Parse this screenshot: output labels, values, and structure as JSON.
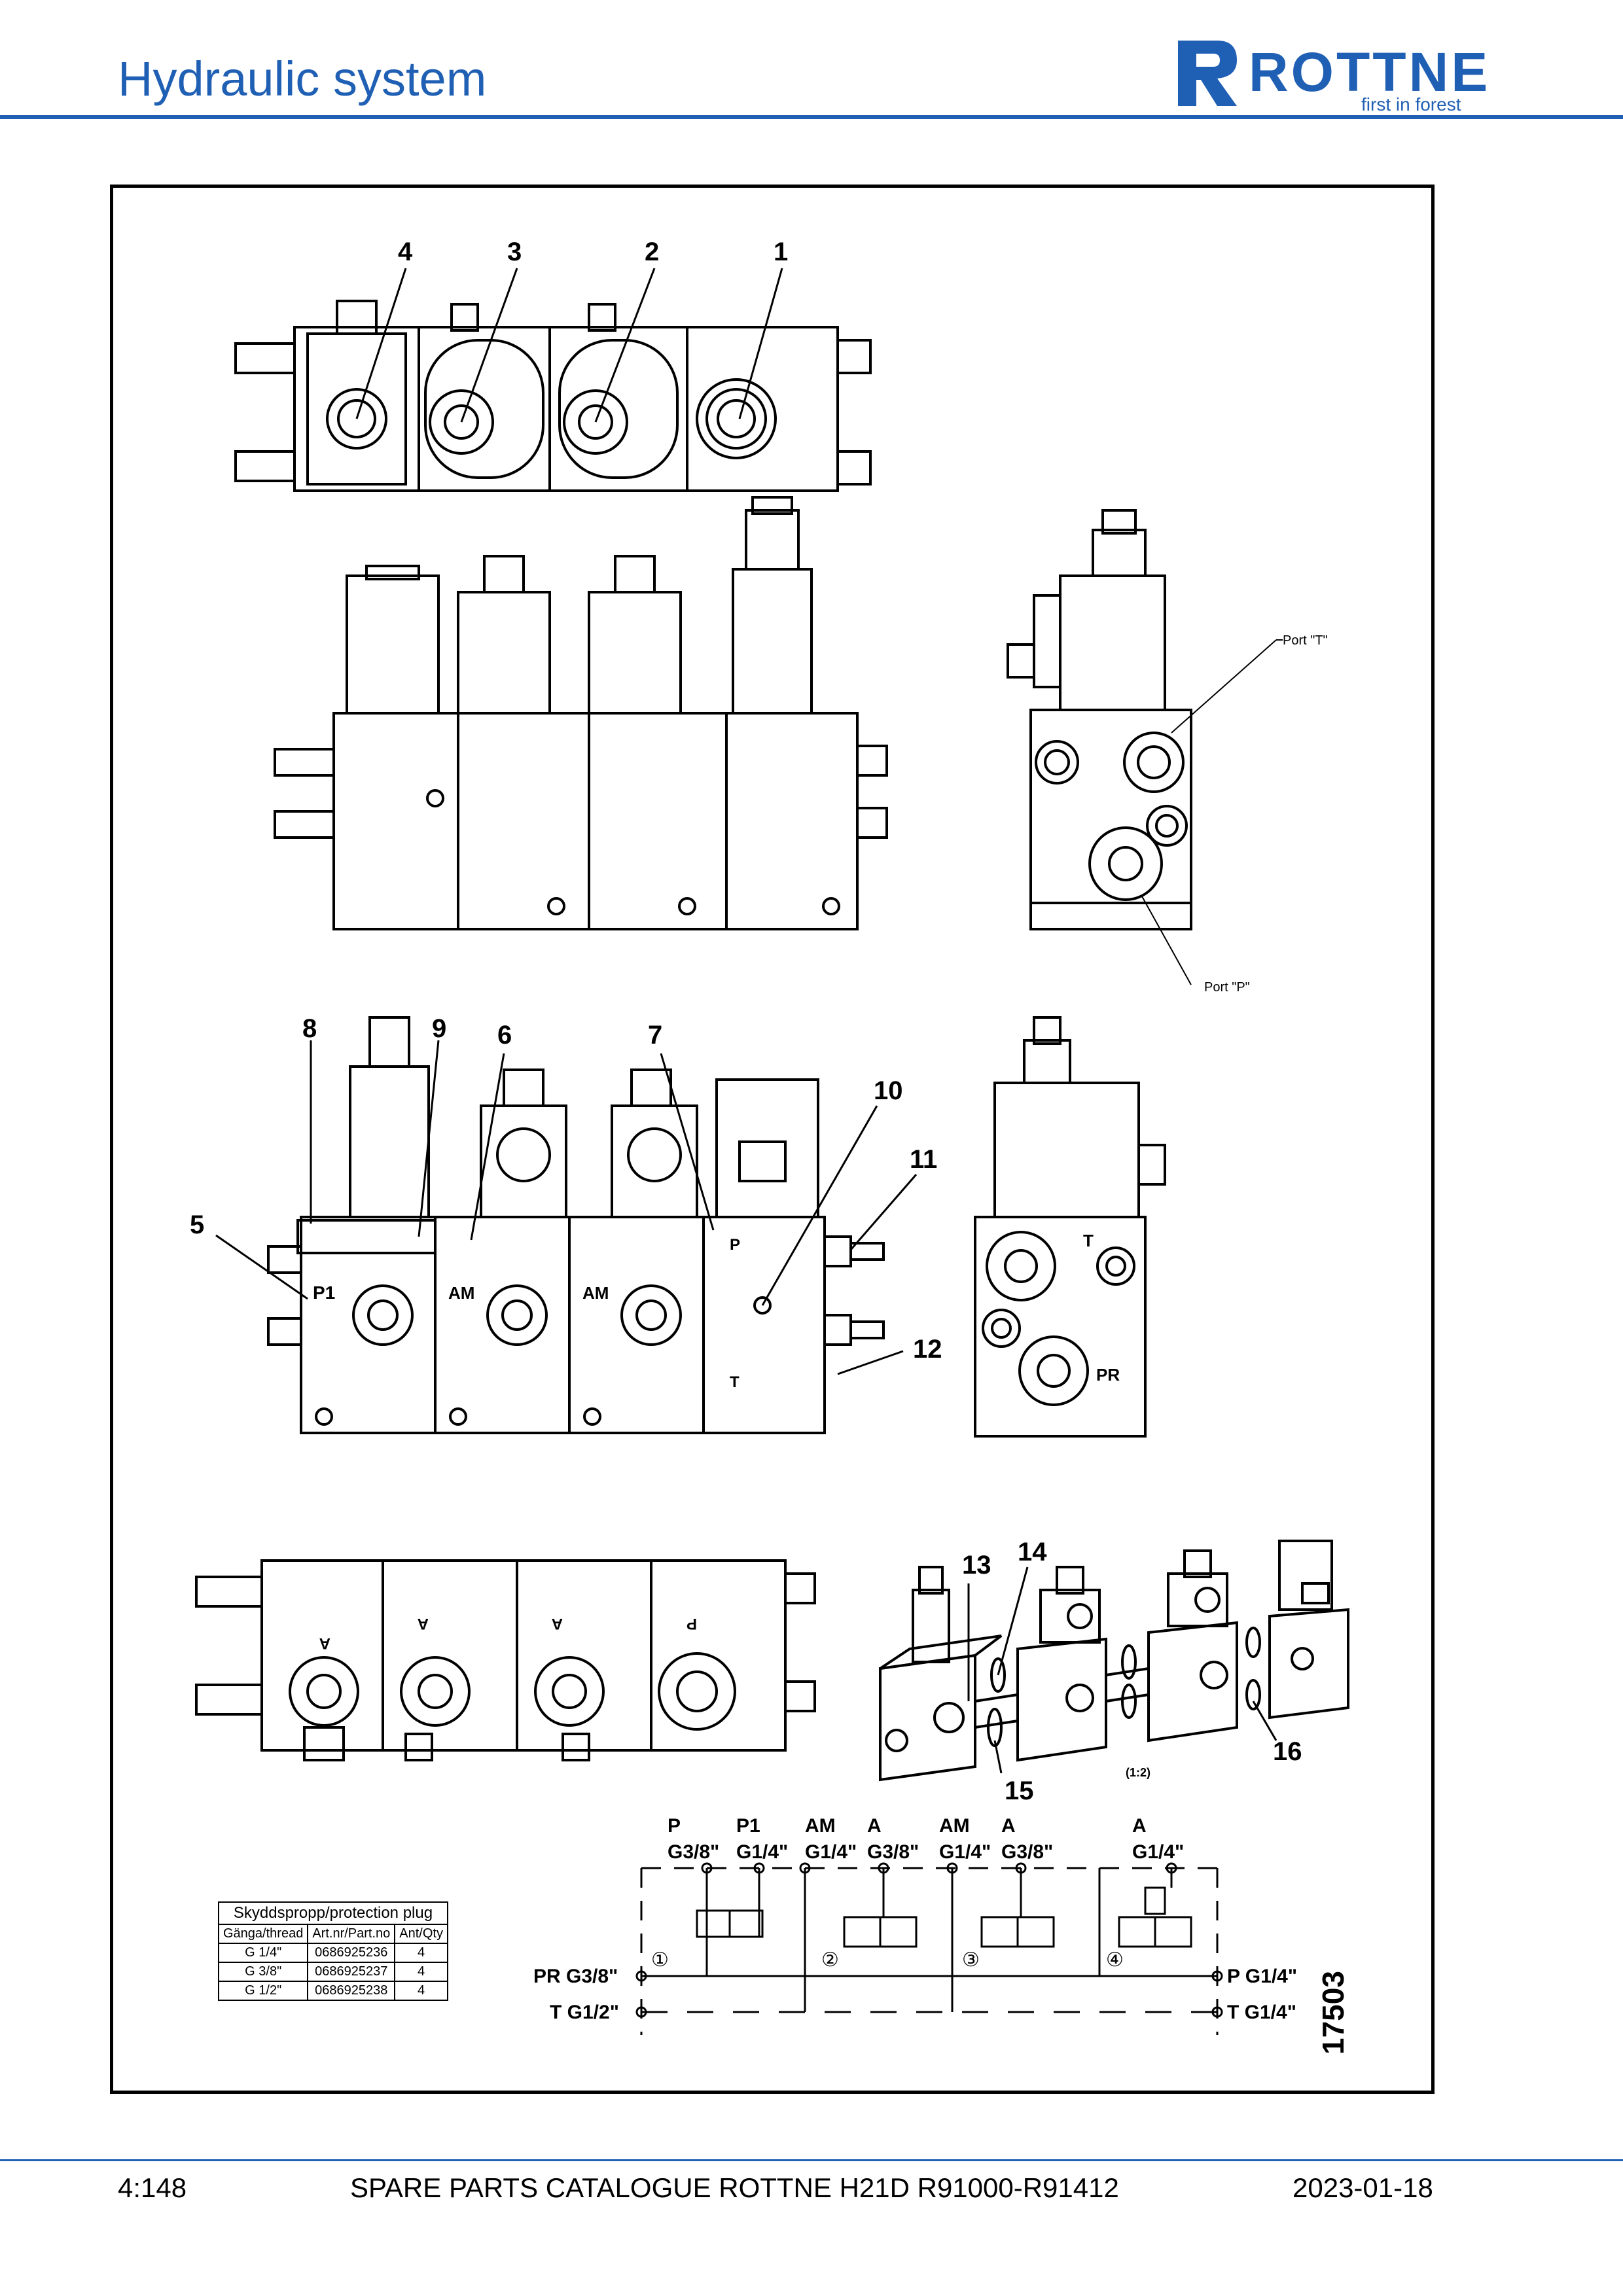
{
  "header": {
    "title": "Hydraulic system",
    "logo_text": "ROTTNE",
    "logo_tagline": "first in forest",
    "brand_color": "#1f5fb4"
  },
  "callouts": [
    "1",
    "2",
    "3",
    "4",
    "5",
    "6",
    "7",
    "8",
    "9",
    "10",
    "11",
    "12",
    "13",
    "14",
    "15",
    "16"
  ],
  "port_labels": {
    "port_t": "Port \"T\"",
    "port_p": "Port \"P\"",
    "p1": "P1",
    "am": "AM",
    "p": "P",
    "t": "T",
    "pr": "PR",
    "a": "A",
    "scale": "(1:2)"
  },
  "schematic": {
    "ports_top": [
      {
        "name": "P",
        "thread": "G3/8\""
      },
      {
        "name": "P1",
        "thread": "G1/4\""
      },
      {
        "name": "AM",
        "thread": "G1/4\""
      },
      {
        "name": "A",
        "thread": "G3/8\""
      },
      {
        "name": "AM",
        "thread": "G1/4\""
      },
      {
        "name": "A",
        "thread": "G3/8\""
      },
      {
        "name": "A",
        "thread": "G1/4\""
      }
    ],
    "left_pr": "PR G3/8\"",
    "left_t": "T G1/2\"",
    "right_p": "P G1/4\"",
    "right_t": "T G1/4\"",
    "sections": [
      "①",
      "②",
      "③",
      "④"
    ]
  },
  "plug_table": {
    "title": "Skyddspropp/protection plug",
    "headers": [
      "Gänga/thread",
      "Art.nr/Part.no",
      "Ant/Qty"
    ],
    "rows": [
      [
        "G 1/4\"",
        "0686925236",
        "4"
      ],
      [
        "G 3/8\"",
        "0686925237",
        "4"
      ],
      [
        "G 1/2\"",
        "0686925238",
        "4"
      ]
    ]
  },
  "drawing_number": "17503",
  "footer": {
    "page": "4:148",
    "catalogue": "SPARE PARTS CATALOGUE ROTTNE H21D R91000-R91412",
    "date": "2023-01-18"
  }
}
